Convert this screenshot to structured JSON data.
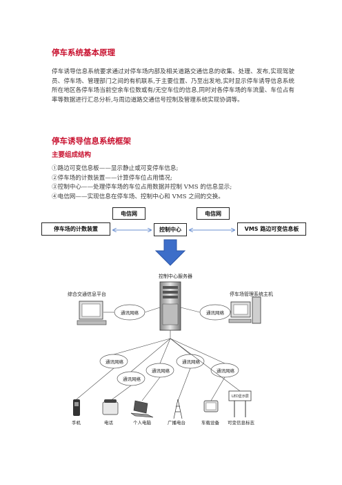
{
  "section1": {
    "title": "停车系统基本原理",
    "paragraph": "停车诱导信息系统要求通过对停车场内部及相关道路交通信息的收集、处理、发布,实现驾驶员、停车场、管理部门之间的有机联系,于主要位置、乃至出发地,实时显示停车诱导信息系统所在地区各停车场当前空余车位数或有/无空车位的信息,同时对各停车场的车流量、车位占有率等数据进行汇总分析,与周边道路交通信号控制及管理系统实现协调等。"
  },
  "section2": {
    "title": "停车诱导信息系统框架",
    "subtitle": "主要组成结构",
    "items": [
      "①路边可变信息板——显示静止或可变停车信息;",
      "②停车场的计数装置——计算停车位占用情况;",
      "③控制中心——处理停车场的车位占用数据并控制 VMS 的信息显示;",
      "④电信网——实现信息在停车场、控制中心和 VMS 之间的交换。"
    ]
  },
  "flow": {
    "left_box": "停车场的计数装置",
    "center_box": "控制中心",
    "right_box": "VMS 路边可变信息板",
    "net_left": "电信网",
    "net_right": "电信网"
  },
  "diagram": {
    "server_label": "控制中心服务器",
    "left_node": "综合交通信息平台",
    "right_node": "停车场管理系统主机",
    "network_label": "通讯网络",
    "vms_screen": "LED显示屏",
    "devices": [
      "手机",
      "电话",
      "个人电脑",
      "广播电台",
      "车载设备",
      "可变信息标志"
    ]
  },
  "colors": {
    "heading": "#c8102e",
    "arrow": "#3d6ec9",
    "link_arrow": "#6a8fd0"
  }
}
